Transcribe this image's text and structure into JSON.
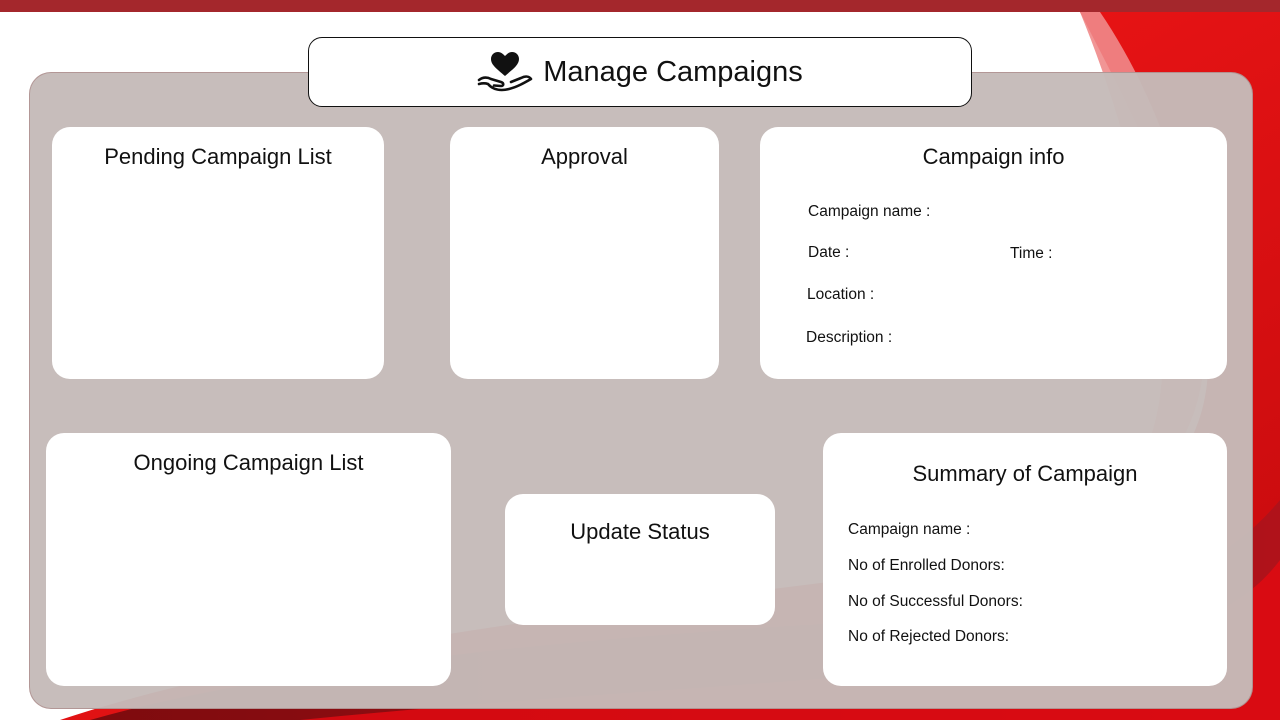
{
  "header": {
    "title": "Manage Campaigns",
    "icon": "heart-in-hand-icon"
  },
  "cards": {
    "pending": {
      "title": "Pending Campaign List"
    },
    "approval": {
      "title": "Approval"
    },
    "info": {
      "title": "Campaign info",
      "campaign_name_label": "Campaign name :",
      "date_label": "Date :",
      "time_label": "Time :",
      "location_label": "Location :",
      "description_label": "Description :"
    },
    "ongoing": {
      "title": "Ongoing Campaign List"
    },
    "update_status": {
      "title": "Update Status"
    },
    "summary": {
      "title": "Summary of Campaign",
      "campaign_name_label": "Campaign name :",
      "enrolled_label": "No of Enrolled Donors:",
      "successful_label": "No of Successful Donors:",
      "rejected_label": "No of Rejected Donors:"
    }
  },
  "colors": {
    "accent_red": "#d7080e",
    "dark_red": "#8e0d10",
    "top_bar": "#a4272c",
    "panel_grey": "#c5bbb9"
  }
}
